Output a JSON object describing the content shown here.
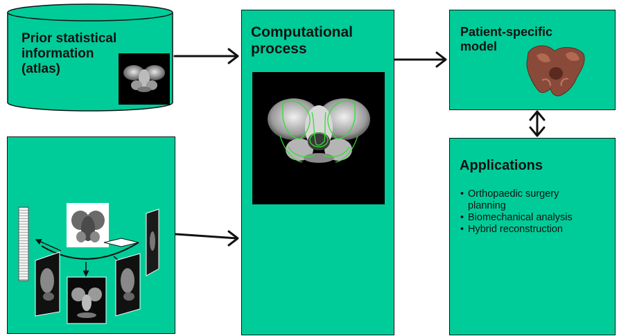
{
  "colors": {
    "box_fill": "#00cc99",
    "border": "#111111",
    "contour": "#33dd33",
    "bone": "#8a4a3a"
  },
  "atlas": {
    "title_line1": "Prior statistical",
    "title_line2": "information",
    "title_line3": "(atlas)"
  },
  "process": {
    "title_line1": "Computational",
    "title_line2": "process"
  },
  "model": {
    "title_line1": "Patient-specific",
    "title_line2": "model"
  },
  "applications": {
    "title": "Applications",
    "items": [
      {
        "line1": "Orthopaedic surgery",
        "line2": "planning"
      },
      {
        "line1": "Biomechanical analysis",
        "line2": ""
      },
      {
        "line1": "Hybrid reconstruction",
        "line2": ""
      }
    ]
  }
}
